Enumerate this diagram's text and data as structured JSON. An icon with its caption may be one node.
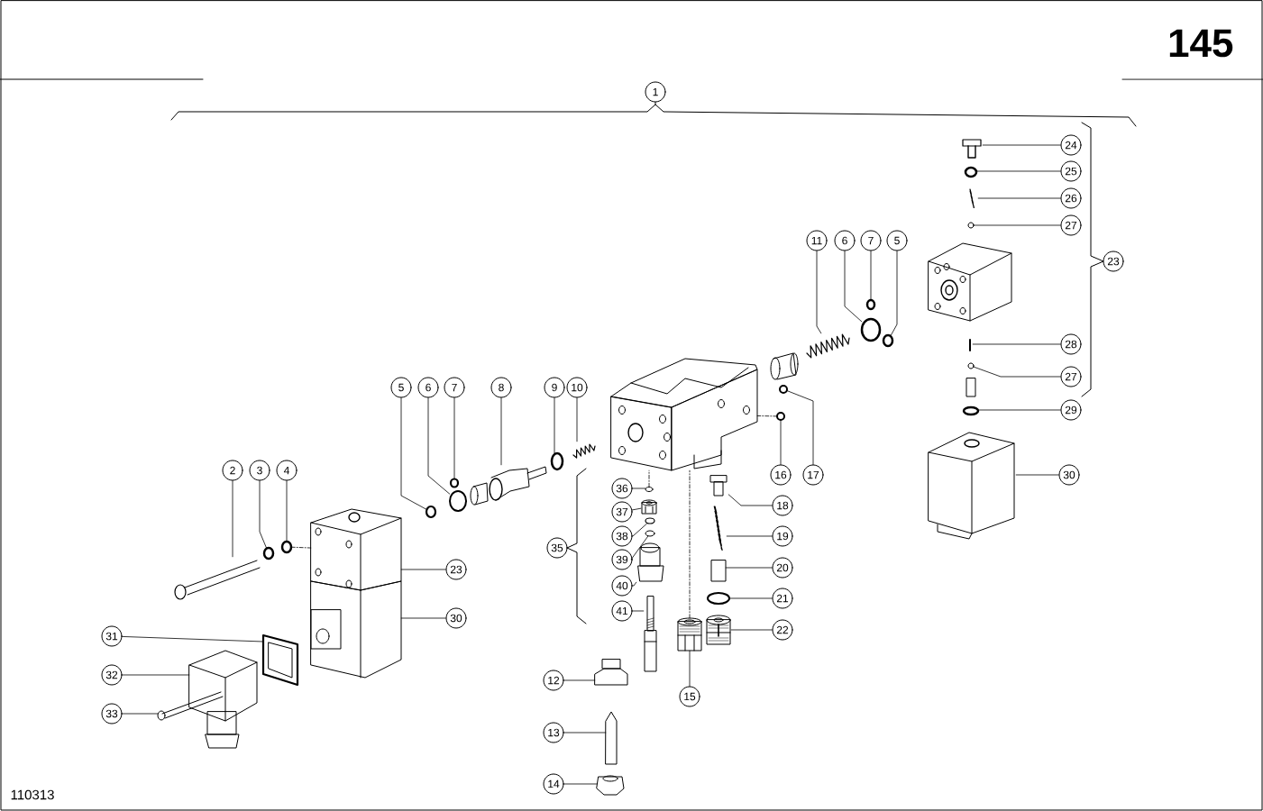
{
  "diagram": {
    "nodes": [
      {
        "text": [
          "1"
        ]
      },
      {
        "text": [
          "24"
        ]
      },
      {
        "text": [
          "25"
        ]
      },
      {
        "text": [
          "26"
        ]
      },
      {
        "text": [
          "27"
        ]
      },
      {
        "text": [
          "23"
        ]
      },
      {
        "text": [
          "11"
        ]
      },
      {
        "text": [
          "6"
        ]
      },
      {
        "text": [
          "7"
        ]
      },
      {
        "text": [
          "5"
        ]
      },
      {
        "text": [
          "28"
        ]
      },
      {
        "text": [
          "27"
        ]
      },
      {
        "text": [
          "5"
        ]
      },
      {
        "text": [
          "6"
        ]
      },
      {
        "text": [
          "7"
        ]
      },
      {
        "text": [
          "8"
        ]
      },
      {
        "text": [
          "9"
        ]
      },
      {
        "text": [
          "10"
        ]
      },
      {
        "text": [
          "29"
        ]
      },
      {
        "text": [
          "2"
        ]
      },
      {
        "text": [
          "3"
        ]
      },
      {
        "text": [
          "4"
        ]
      },
      {
        "text": [
          "16"
        ]
      },
      {
        "text": [
          "17"
        ]
      },
      {
        "text": [
          "30"
        ]
      },
      {
        "text": [
          "36"
        ]
      },
      {
        "text": [
          "18"
        ]
      },
      {
        "text": [
          "37"
        ]
      },
      {
        "text": [
          "38"
        ]
      },
      {
        "text": [
          "35"
        ]
      },
      {
        "text": [
          "19"
        ]
      },
      {
        "text": [
          "39"
        ]
      },
      {
        "text": [
          "40"
        ]
      },
      {
        "text": [
          "20"
        ]
      },
      {
        "text": [
          "21"
        ]
      },
      {
        "text": [
          "41"
        ]
      },
      {
        "text": [
          "22"
        ]
      },
      {
        "text": [
          "23"
        ]
      },
      {
        "text": [
          "30"
        ]
      },
      {
        "text": [
          "31"
        ]
      },
      {
        "text": [
          "12"
        ]
      },
      {
        "text": [
          "32"
        ]
      },
      {
        "text": [
          "15"
        ]
      },
      {
        "text": [
          "33"
        ]
      },
      {
        "text": [
          "13"
        ]
      },
      {
        "text": [
          "14"
        ]
      },
      {
        "text": [],
        "shape": "picture"
      },
      {
        "text": [],
        "shape": "circle"
      },
      {
        "text": [],
        "shape": "picture"
      },
      {
        "text": [],
        "shape": "circle"
      },
      {
        "text": [],
        "shape": "picture"
      },
      {
        "text": [],
        "shape": "circle"
      },
      {
        "text": [],
        "shape": "circle"
      },
      {
        "text": [],
        "shape": "circle"
      },
      {
        "text": [],
        "shape": "picture"
      },
      {
        "text": [],
        "shape": "circle"
      },
      {
        "text": [],
        "shape": "circle"
      },
      {
        "text": [],
        "shape": "circle"
      },
      {
        "text": [],
        "shape": "circle"
      },
      {
        "text": [],
        "shape": "picture"
      },
      {
        "text": [],
        "shape": "circle"
      },
      {
        "text": [],
        "shape": "picture"
      },
      {
        "text": [],
        "shape": "circle"
      },
      {
        "text": [],
        "shape": "picture"
      },
      {
        "text": [],
        "shape": "circle"
      },
      {
        "text": [],
        "shape": "circle"
      },
      {
        "text": [],
        "shape": "circle"
      },
      {
        "text": [],
        "shape": "circle"
      },
      {
        "text": [],
        "shape": "picture"
      },
      {
        "text": [],
        "shape": "circle"
      },
      {
        "text": [],
        "shape": "picture"
      },
      {
        "text": [],
        "shape": "picture"
      },
      {
        "text": [],
        "shape": "circle"
      },
      {
        "text": [],
        "shape": "picture"
      },
      {
        "text": [],
        "shape": "circle"
      },
      {
        "text": [],
        "shape": "picture"
      },
      {
        "text": [],
        "shape": "box"
      },
      {
        "text": [],
        "shape": "circle"
      },
      {
        "text": [],
        "shape": "picture"
      },
      {
        "text": [],
        "shape": "picture"
      },
      {
        "text": [],
        "shape": "picture"
      },
      {
        "text": [],
        "shape": "picture"
      },
      {
        "text": [],
        "shape": "picture"
      },
      {
        "text": [],
        "shape": "picture"
      },
      {
        "text": [],
        "shape": "picture"
      },
      {
        "text": [],
        "shape": "picture"
      },
      {
        "text": [],
        "shape": "picture"
      },
      {
        "text": [],
        "shape": "picture"
      },
      {
        "text": [],
        "shape": "picture"
      },
      {
        "text": [],
        "shape": "picture"
      }
    ],
    "edges": [
      {
        "from": 1,
        "to": 46,
        "arrow": "none"
      },
      {
        "from": 2,
        "to": 47,
        "arrow": "none"
      },
      {
        "from": 3,
        "to": 48,
        "arrow": "none"
      },
      {
        "from": 4,
        "to": 49,
        "arrow": "none"
      },
      {
        "from": 6,
        "to": 50,
        "arrow": "none"
      },
      {
        "from": 7,
        "to": 51,
        "arrow": "none"
      },
      {
        "from": 8,
        "to": 52,
        "arrow": "none"
      },
      {
        "from": 9,
        "to": 53,
        "arrow": "none"
      },
      {
        "from": 10,
        "to": 54,
        "arrow": "none"
      },
      {
        "from": 11,
        "to": 55,
        "arrow": "none"
      },
      {
        "from": 12,
        "to": 56,
        "arrow": "none"
      },
      {
        "from": 13,
        "to": 57,
        "arrow": "none"
      },
      {
        "from": 14,
        "to": 58,
        "arrow": "none"
      },
      {
        "from": 15,
        "to": 59,
        "arrow": "none"
      },
      {
        "from": 16,
        "to": 60,
        "arrow": "none"
      },
      {
        "from": 17,
        "to": 61,
        "arrow": "none"
      },
      {
        "from": 18,
        "to": 62,
        "arrow": "none"
      },
      {
        "from": 19,
        "to": 63,
        "arrow": "none"
      },
      {
        "from": 20,
        "to": 64,
        "arrow": "none"
      },
      {
        "from": 21,
        "to": 65,
        "arrow": "none"
      },
      {
        "from": 22,
        "to": 66,
        "arrow": "none"
      },
      {
        "from": 23,
        "to": 67,
        "arrow": "none"
      },
      {
        "from": 24,
        "to": 68,
        "arrow": "none"
      },
      {
        "from": 25,
        "to": 69,
        "arrow": "none"
      },
      {
        "from": 26,
        "to": 70,
        "arrow": "none"
      },
      {
        "from": 27,
        "to": 71,
        "arrow": "none"
      },
      {
        "from": 28,
        "to": 72,
        "arrow": "none"
      },
      {
        "from": 30,
        "to": 73,
        "arrow": "none"
      },
      {
        "from": 31,
        "to": 74,
        "arrow": "none"
      },
      {
        "from": 32,
        "to": 75,
        "arrow": "none"
      },
      {
        "from": 33,
        "to": 76,
        "arrow": "none"
      },
      {
        "from": 34,
        "to": 77,
        "arrow": "none"
      },
      {
        "from": 35,
        "to": 78,
        "arrow": "none"
      },
      {
        "from": 36,
        "to": 79,
        "arrow": "none"
      },
      {
        "from": 37,
        "to": 80,
        "arrow": "none"
      },
      {
        "from": 38,
        "to": 81,
        "arrow": "none"
      },
      {
        "from": 39,
        "to": 82,
        "arrow": "none"
      },
      {
        "from": 40,
        "to": 83,
        "arrow": "none"
      },
      {
        "from": 41,
        "to": 84,
        "arrow": "none"
      },
      {
        "from": 42,
        "to": 85,
        "arrow": "none"
      },
      {
        "from": 43,
        "to": 86,
        "arrow": "none"
      },
      {
        "from": 44,
        "to": 87,
        "arrow": "none"
      },
      {
        "from": 45,
        "to": 88,
        "arrow": "none"
      },
      {
        "from": 65,
        "to": 80,
        "arrow": "none",
        "style": "dashed"
      },
      {
        "from": 66,
        "to": 89,
        "arrow": "none",
        "style": "dashed"
      },
      {
        "from": 85,
        "to": 89,
        "arrow": "none",
        "style": "dashed"
      },
      {
        "from": 69,
        "to": 89,
        "arrow": "none",
        "style": "dashed"
      }
    ],
    "labels": [
      "145",
      "110313"
    ]
  }
}
